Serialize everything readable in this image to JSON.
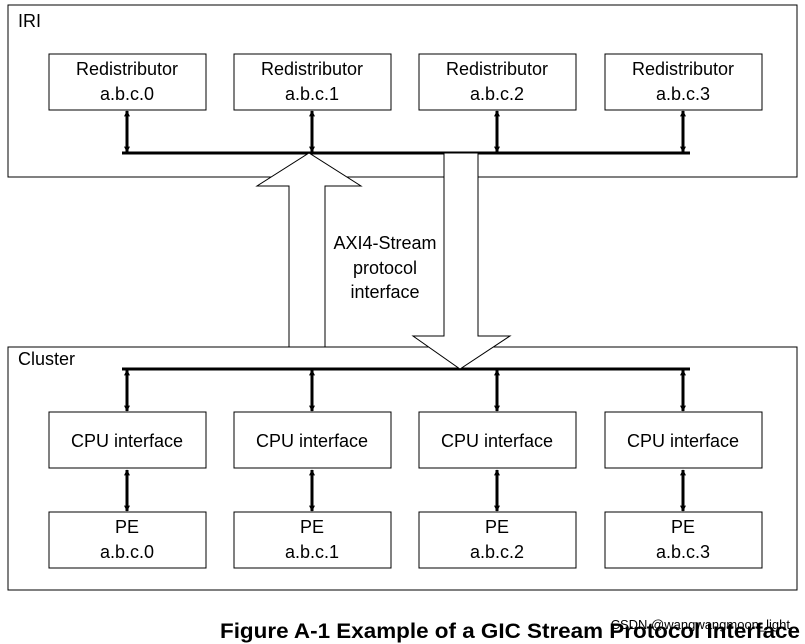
{
  "iri": {
    "label": "IRI",
    "redistributors": [
      {
        "name": "Redistributor",
        "id": "a.b.c.0"
      },
      {
        "name": "Redistributor",
        "id": "a.b.c.1"
      },
      {
        "name": "Redistributor",
        "id": "a.b.c.2"
      },
      {
        "name": "Redistributor",
        "id": "a.b.c.3"
      }
    ]
  },
  "interface": {
    "lines": [
      "AXI4-Stream",
      "protocol",
      "interface"
    ]
  },
  "cluster": {
    "label": "Cluster",
    "cpu_interfaces": [
      {
        "name": "CPU interface"
      },
      {
        "name": "CPU interface"
      },
      {
        "name": "CPU interface"
      },
      {
        "name": "CPU interface"
      }
    ],
    "pes": [
      {
        "name": "PE",
        "id": "a.b.c.0"
      },
      {
        "name": "PE",
        "id": "a.b.c.1"
      },
      {
        "name": "PE",
        "id": "a.b.c.2"
      },
      {
        "name": "PE",
        "id": "a.b.c.3"
      }
    ]
  },
  "caption": "Figure A-1 Example of a GIC Stream Protocol Interface",
  "watermark": "CSDN @wangwangmoon_light"
}
